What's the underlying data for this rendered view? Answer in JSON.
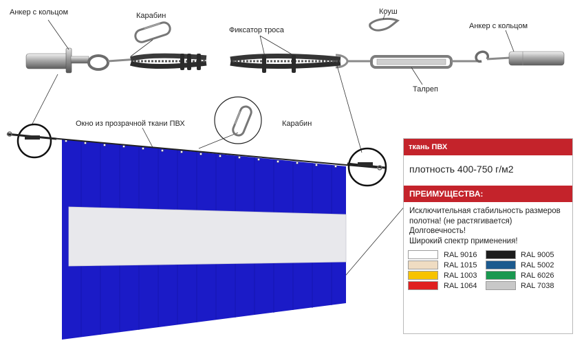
{
  "labels": {
    "anchor_left": "Анкер с кольцом",
    "carabiner_top": "Карабин",
    "rope_clamp": "Фиксатор троса",
    "thimble": "Коуш",
    "anchor_right": "Анкер с кольцом",
    "turnbuckle": "Талреп",
    "window": "Окно из прозрачной ткани ПВХ",
    "carabiner_mid": "Карабин"
  },
  "panel": {
    "fabric_title": "ткань ПВХ",
    "density": "плотность 400-750 г/м2",
    "advantages_title": "ПРЕИМУЩЕСТВА:",
    "advantages": [
      "Исключительная стабильность размеров",
      "полотна! (не растягивается)",
      "Долговечность!",
      "Широкий спектр применения!"
    ],
    "colors_left": [
      {
        "code": "RAL 9016",
        "hex": "#ffffff"
      },
      {
        "code": "RAL 1015",
        "hex": "#efdcc2"
      },
      {
        "code": "RAL 1003",
        "hex": "#f7c300"
      },
      {
        "code": "RAL 1064",
        "hex": "#e02020"
      }
    ],
    "colors_right": [
      {
        "code": "RAL 9005",
        "hex": "#1c1c1c"
      },
      {
        "code": "RAL 5002",
        "hex": "#1c5a8e"
      },
      {
        "code": "RAL 6026",
        "hex": "#1a9850"
      },
      {
        "code": "RAL 7038",
        "hex": "#c8c8c8"
      }
    ]
  },
  "colors": {
    "curtain_blue": "#1b1bc7",
    "window_fill": "#e8e8ec",
    "accent_red": "#c4232b"
  }
}
